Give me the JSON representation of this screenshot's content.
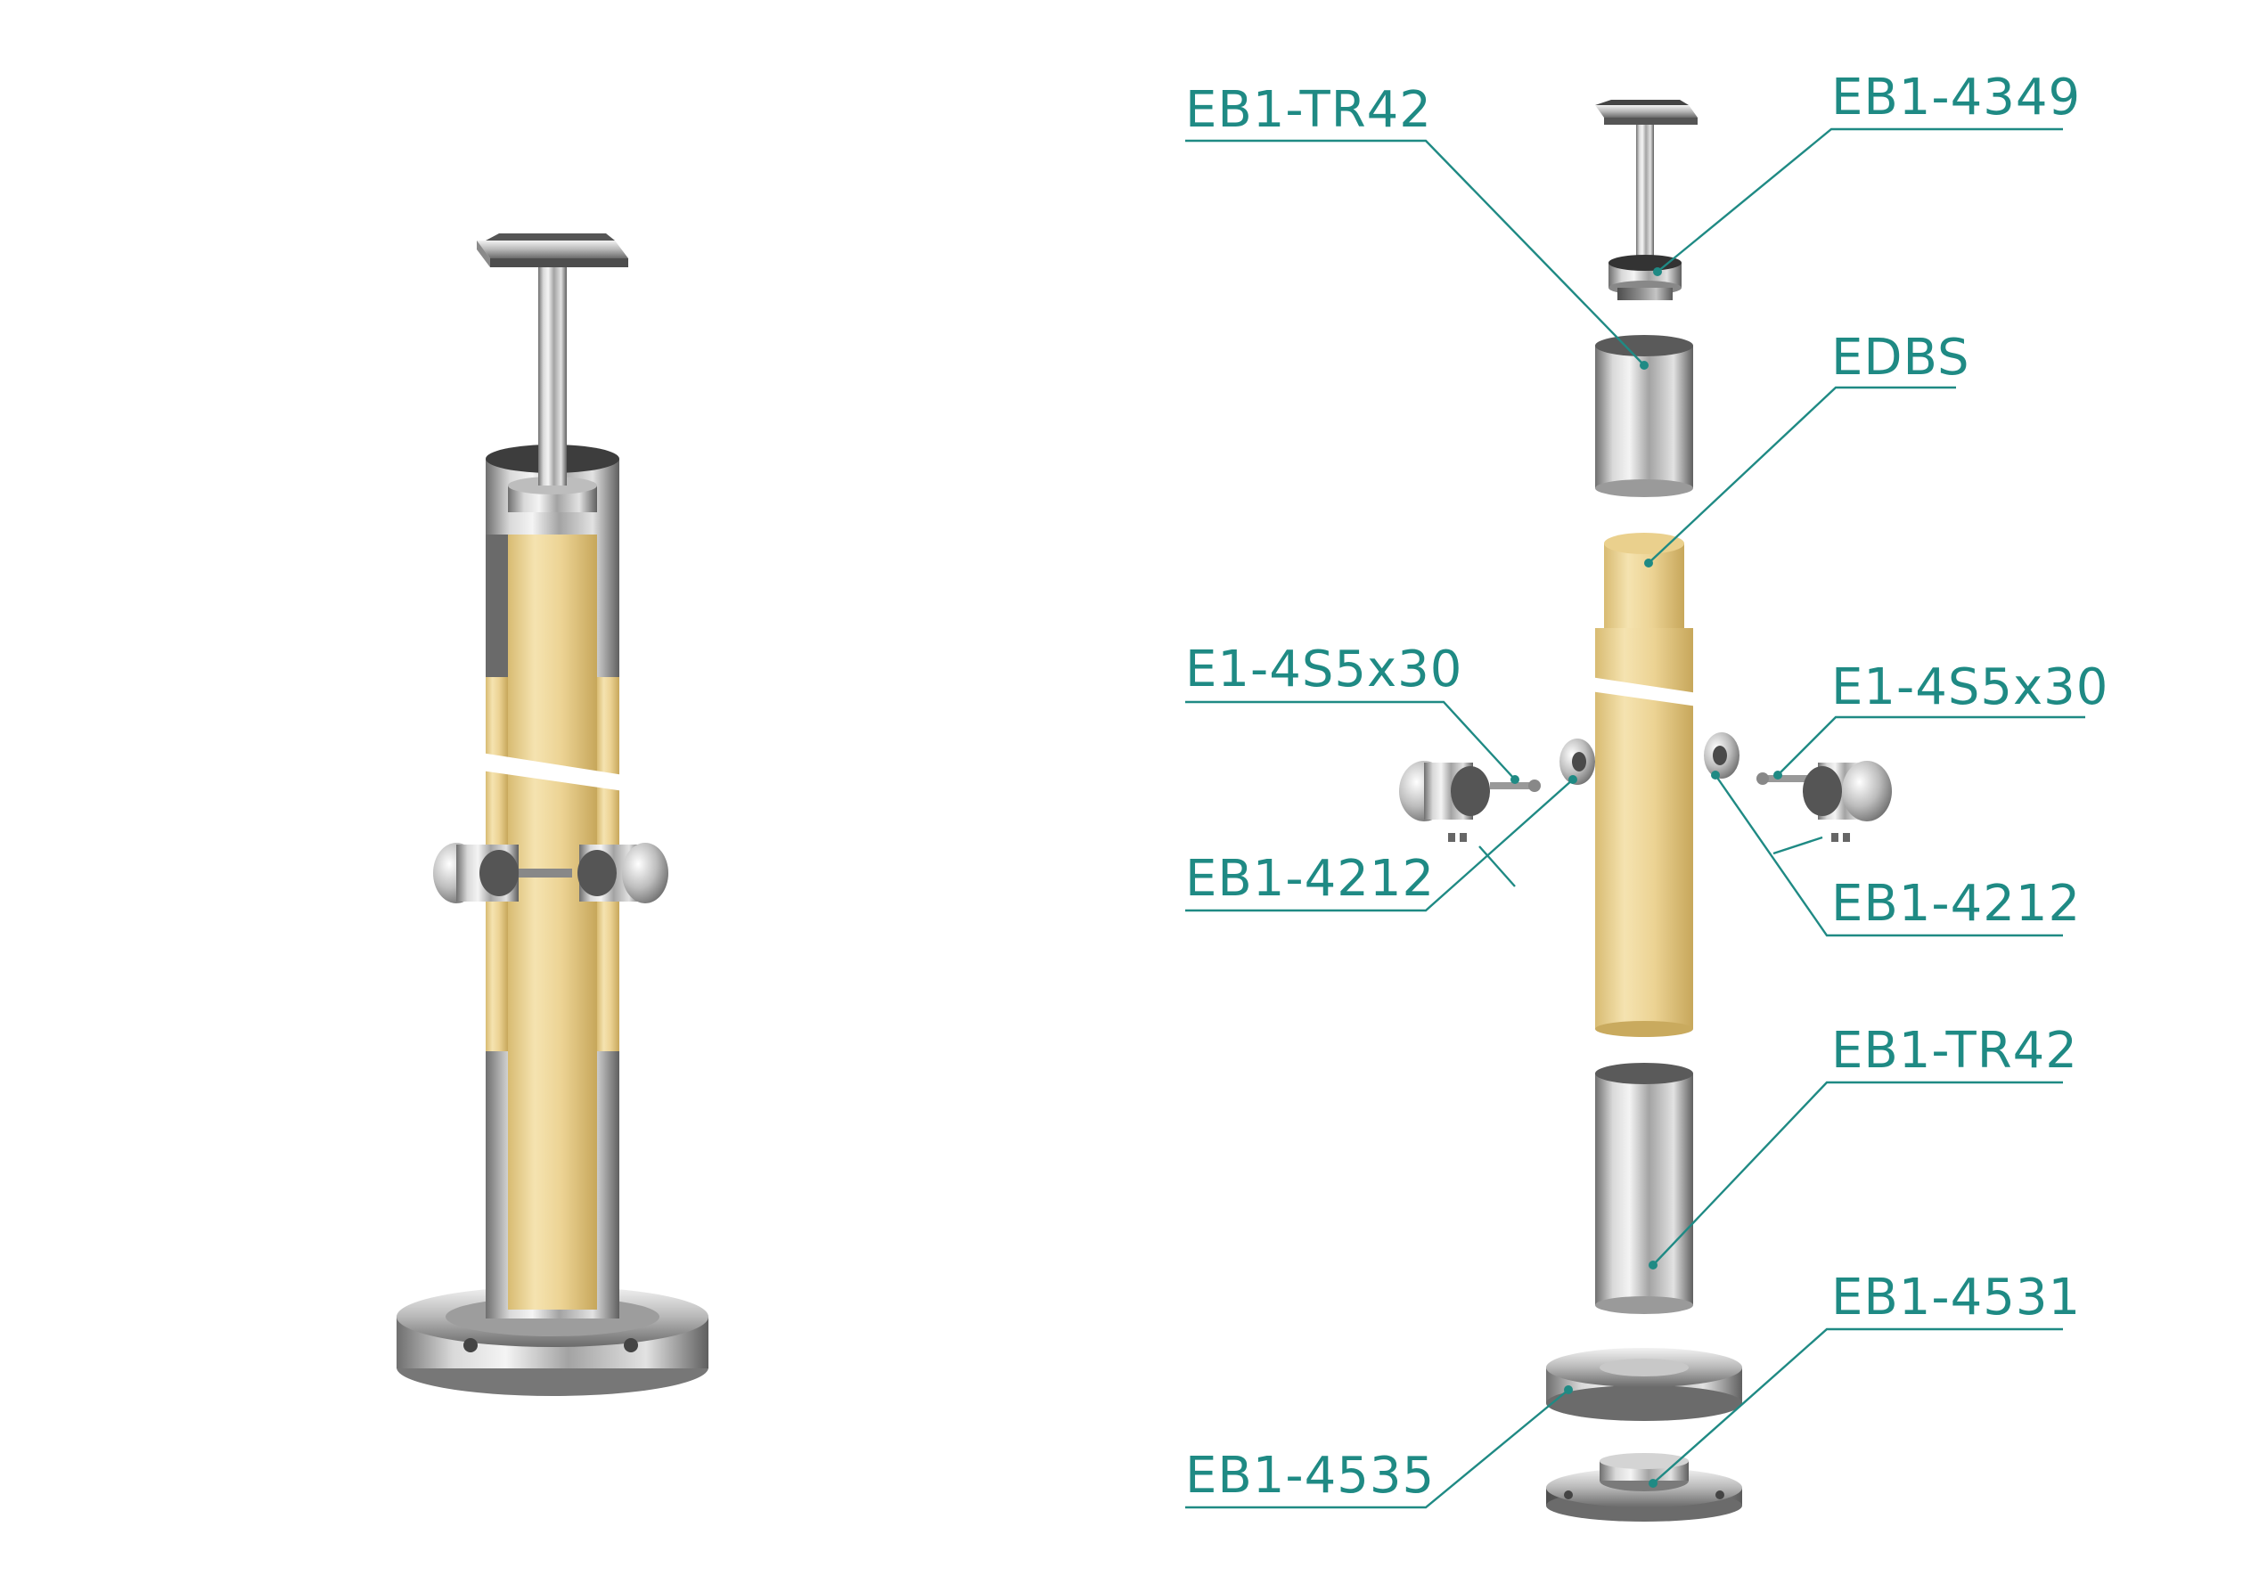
{
  "colors": {
    "label": "#1f8a84",
    "steel_light": "#eeeeee",
    "steel_mid": "#a9a9a9",
    "steel_dark": "#555555",
    "wood_light": "#f6e4b2",
    "wood_mid": "#e7cd8a",
    "wood_dark": "#c9aa5e"
  },
  "labels": {
    "tr42_top": "EB1-TR42",
    "cap_4349": "EB1-4349",
    "edbs": "EDBS",
    "screw_left": "E1-4S5x30",
    "screw_right": "E1-4S5x30",
    "holder_left": "EB1-4212",
    "holder_right": "EB1-4212",
    "tr42_bottom": "EB1-TR42",
    "base_4531": "EB1-4531",
    "cover_4535": "EB1-4535"
  }
}
